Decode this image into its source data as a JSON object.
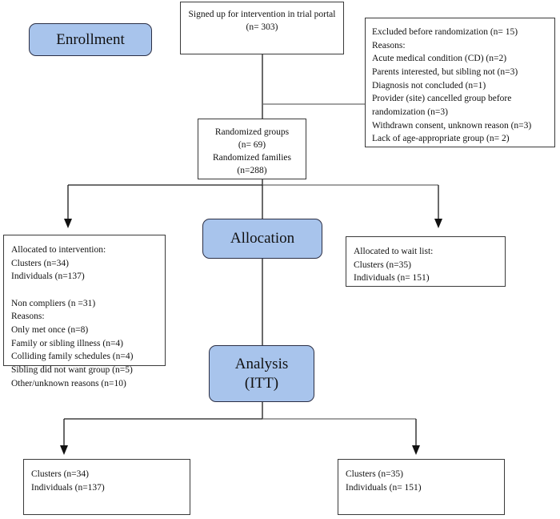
{
  "diagram": {
    "title": "CONSORT participant flow diagram",
    "accent_color": "#a8c4ec",
    "line_color": "#1a1a1a",
    "box_border_color": "#3a3a3a",
    "background": "#ffffff"
  },
  "stages": {
    "enrollment": "Enrollment",
    "allocation": "Allocation",
    "analysis_line1": "Analysis",
    "analysis_line2": "(ITT)"
  },
  "boxes": {
    "signed_up": "Signed up for intervention in trial portal\n(n= 303)",
    "excluded": "Excluded before randomization (n= 15)\nReasons:\nAcute medical condition (CD) (n=2)\nParents interested, but sibling not (n=3)\nDiagnosis not concluded (n=1)\nProvider (site) cancelled group before\nrandomization (n=3)\nWithdrawn consent, unknown reason (n=3)\nLack of age-appropriate group (n= 2)",
    "randomized": "Randomized groups\n(n= 69)\nRandomized families\n(n=288)",
    "allocated_intervention": "Allocated to intervention:\nClusters (n=34)\nIndividuals (n=137)\n\nNon compliers (n =31)\nReasons:\nOnly met once (n=8)\nFamily or sibling illness (n=4)\nColliding family schedules (n=4)\nSibling did not want group (n=5)\nOther/unknown reasons (n=10)",
    "allocated_waitlist": "Allocated to wait list:\nClusters (n=35)\nIndividuals (n= 151)",
    "analysis_intervention": "Clusters (n=34)\nIndividuals (n=137)",
    "analysis_waitlist": "Clusters (n=35)\nIndividuals (n= 151)"
  }
}
